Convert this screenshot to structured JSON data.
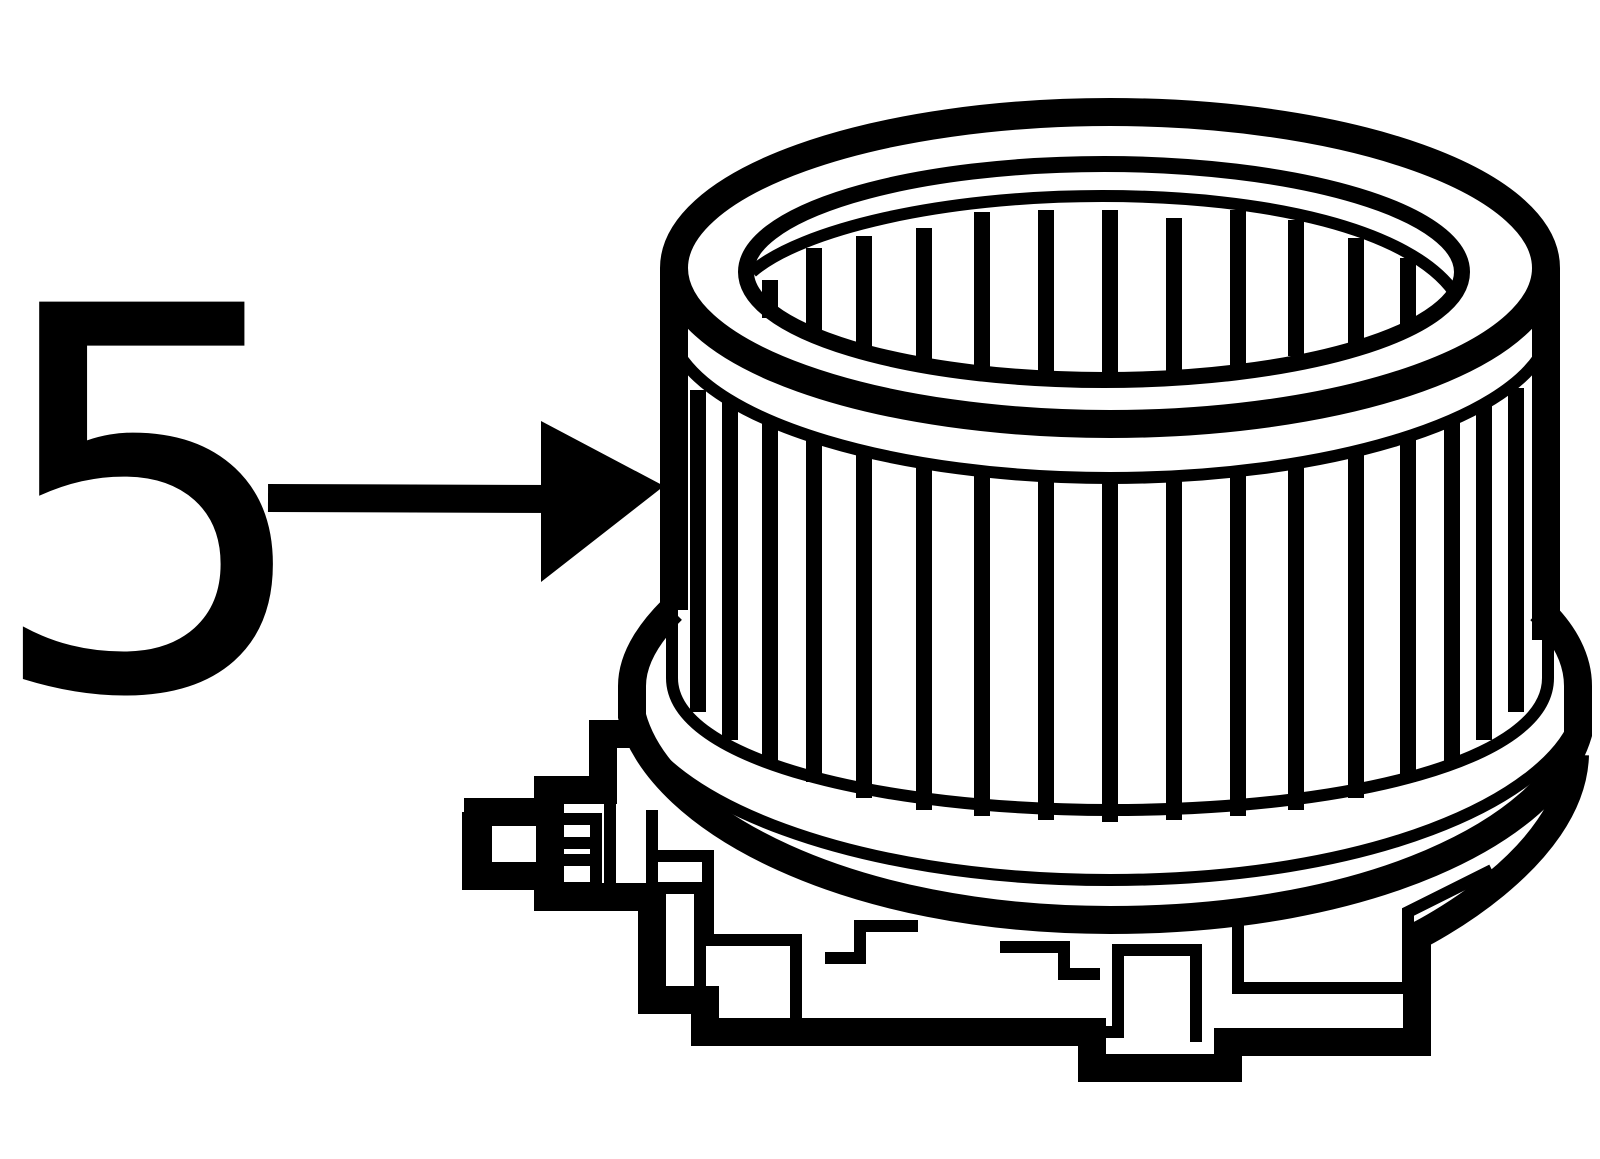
{
  "callout": {
    "number": "5"
  },
  "colors": {
    "ink": "#000000",
    "background": "#ffffff"
  },
  "parts": {
    "pointer": "arrow-right",
    "component": "blower-motor-fan-wheel"
  }
}
